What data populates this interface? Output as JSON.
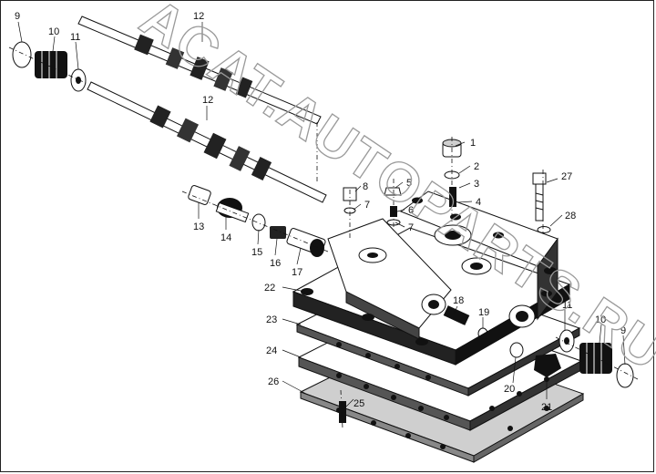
{
  "watermark": "ACAT.AUTOPARTS.RU",
  "callouts": [
    "1",
    "2",
    "3",
    "4",
    "5",
    "6",
    "7",
    "7",
    "8",
    "9",
    "9",
    "10",
    "10",
    "11",
    "11",
    "12",
    "12",
    "13",
    "14",
    "15",
    "16",
    "17",
    "18",
    "19",
    "20",
    "21",
    "22",
    "23",
    "24",
    "25",
    "26",
    "27",
    "28"
  ]
}
